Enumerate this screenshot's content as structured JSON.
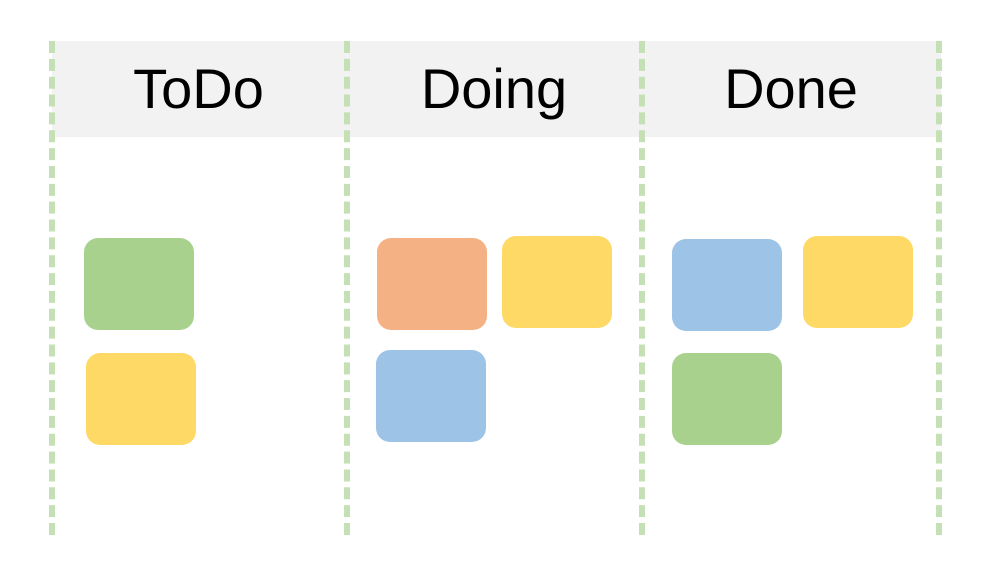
{
  "board": {
    "colors": {
      "header_background": "#f2f2f2",
      "divider": "#c5e0b4",
      "green": "#a9d18e",
      "yellow": "#ffd966",
      "orange": "#f4b183",
      "blue": "#9dc3e6"
    },
    "columns": [
      {
        "title": "ToDo",
        "cards": [
          "green",
          "yellow"
        ]
      },
      {
        "title": "Doing",
        "cards": [
          "orange",
          "yellow",
          "blue"
        ]
      },
      {
        "title": "Done",
        "cards": [
          "blue",
          "yellow",
          "green"
        ]
      }
    ]
  }
}
